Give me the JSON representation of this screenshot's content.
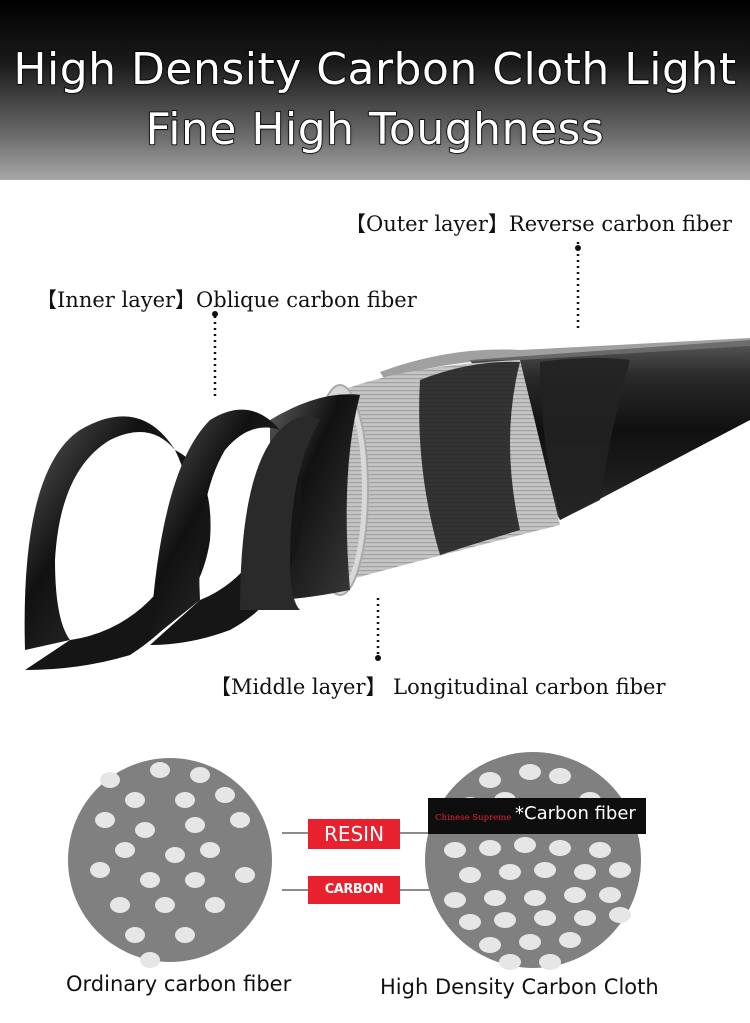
{
  "header": {
    "line1": "High Density Carbon Cloth Light",
    "line2": "Fine High Toughness"
  },
  "layers": {
    "outer": "【Outer layer】Reverse carbon fiber",
    "inner": "【Inner layer】Oblique carbon fiber",
    "middle": "【Middle layer】 Longitudinal carbon fiber"
  },
  "comparison": {
    "resin_tag": "RESIN",
    "fiber_tag": "CARBON FIBER",
    "band_small": "Chinese Supreme",
    "band_main": "*Carbon fiber",
    "left_caption": "Ordinary carbon fiber",
    "right_caption": "High Density Carbon Cloth"
  },
  "colors": {
    "accent_red": "#e8212e",
    "circle_gray": "#808080",
    "dot_light": "#e6e6e6"
  },
  "icons": [
    "carbon-rod-illustration",
    "fiber-cross-section"
  ]
}
